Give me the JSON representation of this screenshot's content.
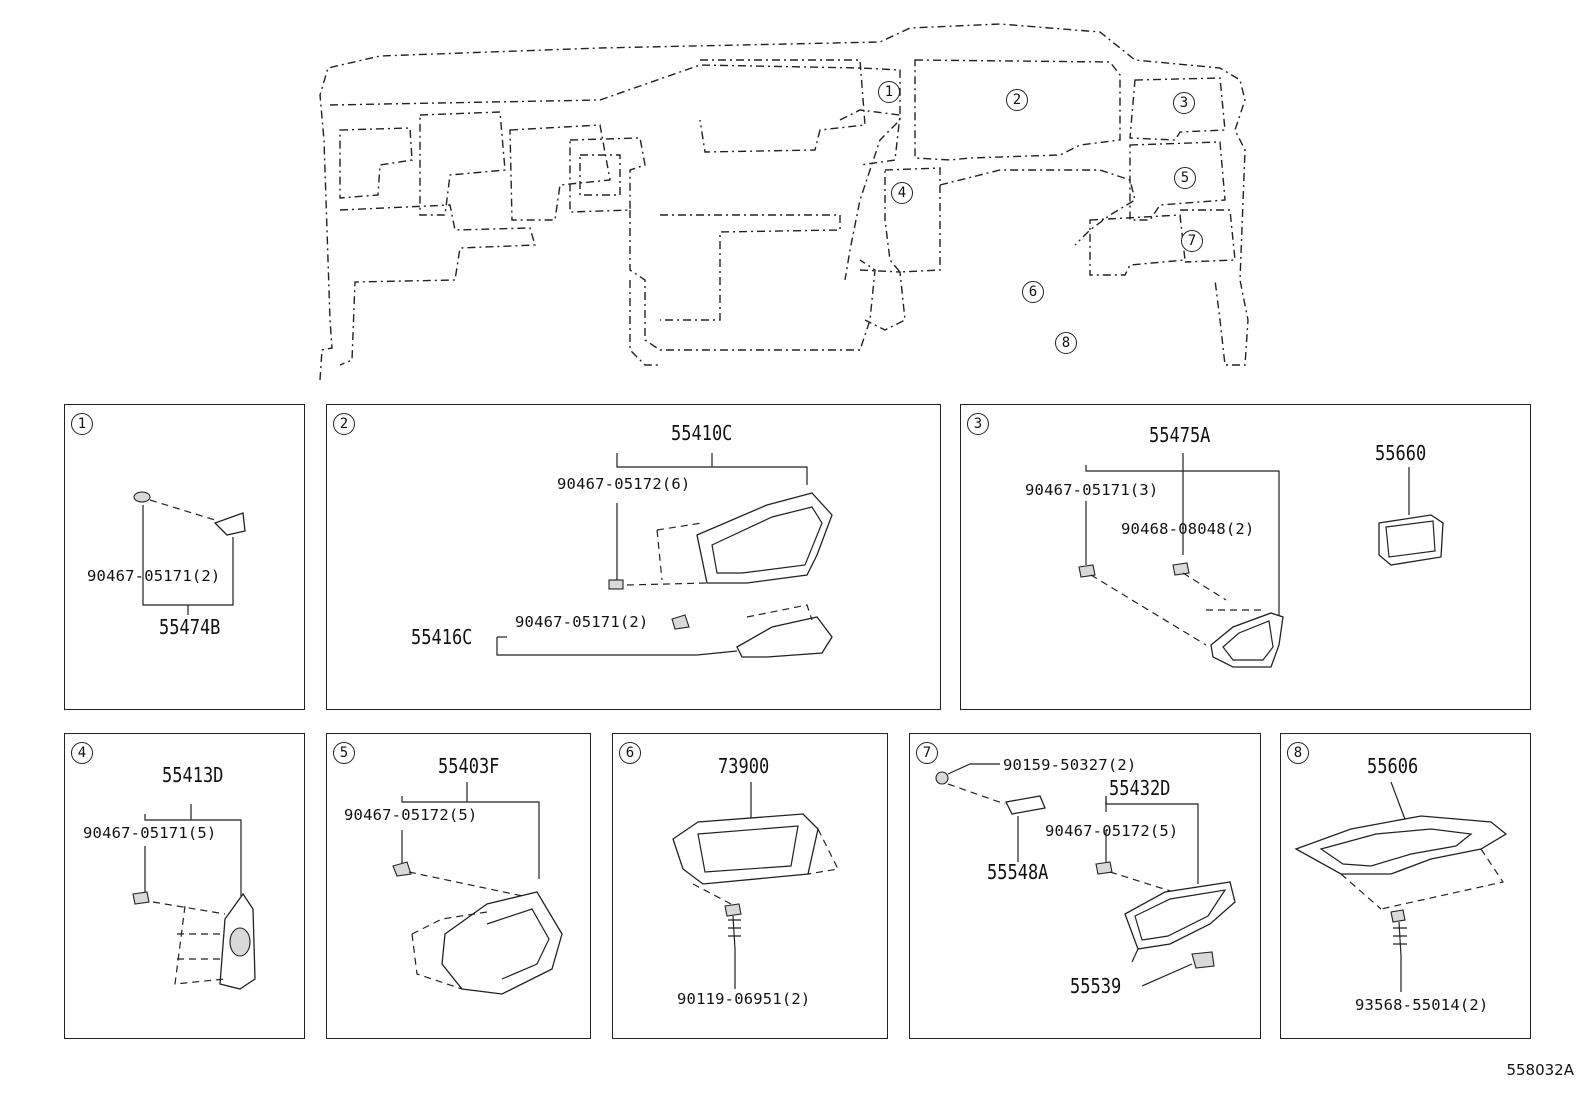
{
  "overview": {
    "callouts": [
      "1",
      "2",
      "3",
      "4",
      "5",
      "6",
      "7",
      "8"
    ]
  },
  "panels": [
    {
      "num": "1",
      "labels": {
        "p1": "90467-05171(2)",
        "p2": "55474B"
      }
    },
    {
      "num": "2",
      "labels": {
        "p1": "55410C",
        "p2": "90467-05172(6)",
        "p3": "55416C",
        "p4": "90467-05171(2)"
      }
    },
    {
      "num": "3",
      "labels": {
        "p1": "55475A",
        "p2": "90467-05171(3)",
        "p3": "90468-08048(2)",
        "p4": "55660"
      }
    },
    {
      "num": "4",
      "labels": {
        "p1": "55413D",
        "p2": "90467-05171(5)"
      }
    },
    {
      "num": "5",
      "labels": {
        "p1": "55403F",
        "p2": "90467-05172(5)"
      }
    },
    {
      "num": "6",
      "labels": {
        "p1": "73900",
        "p2": "90119-06951(2)"
      }
    },
    {
      "num": "7",
      "labels": {
        "p1": "90159-50327(2)",
        "p2": "55432D",
        "p3": "90467-05172(5)",
        "p4": "55548A",
        "p5": "55539"
      }
    },
    {
      "num": "8",
      "labels": {
        "p1": "55606",
        "p2": "93568-55014(2)"
      }
    }
  ],
  "image_code": "558032A"
}
